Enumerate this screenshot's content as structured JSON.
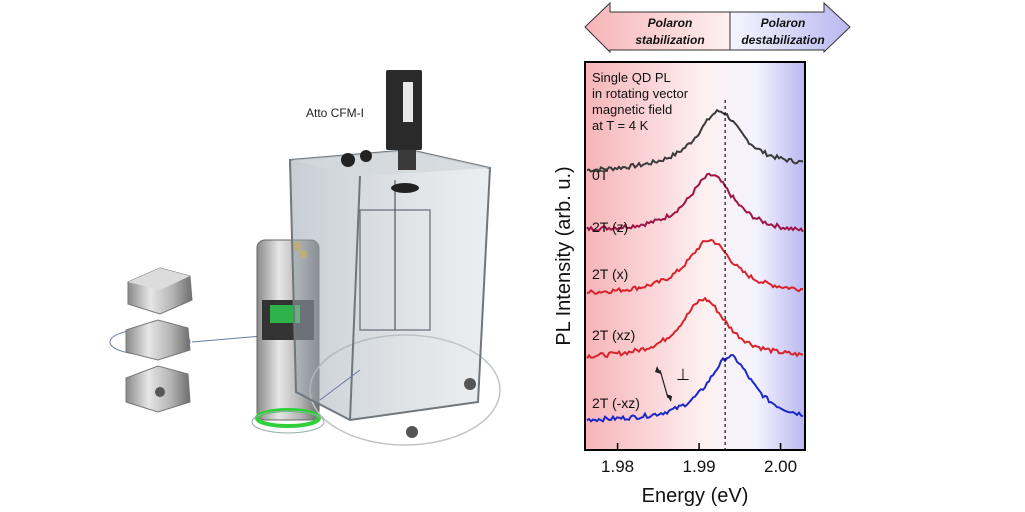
{
  "illustration": {
    "device_label": "Atto CFM-I"
  },
  "chart_data": {
    "type": "line",
    "xlabel": "Energy (eV)",
    "ylabel": "PL Intensity (arb. u.)",
    "xlim": [
      1.976,
      2.003
    ],
    "xticks": [
      "1.98",
      "1.99",
      "2.00"
    ],
    "xtick_values": [
      1.98,
      1.99,
      2.0
    ],
    "reference_line_x": 1.9932,
    "arrow_left": "Polaron stabilization",
    "arrow_right": "Polaron destabilization",
    "annotation": [
      "Single QD PL",
      "in rotating vector",
      "magnetic field",
      "at T = 4 K"
    ],
    "perp_symbol": "⊥",
    "series": [
      {
        "name": "0T",
        "color": "#3a3a3a",
        "offset": 4,
        "peak": 1.9925,
        "height": 0.78,
        "base_left": 0.06,
        "base_right": 0.12
      },
      {
        "name": "2T (z)",
        "color": "#a01448",
        "offset": 3,
        "peak": 1.9915,
        "height": 0.78,
        "base_left": 0.1,
        "base_right": 0.05
      },
      {
        "name": "2T (x)",
        "color": "#d8242c",
        "offset": 2,
        "peak": 1.9913,
        "height": 0.72,
        "base_left": 0.08,
        "base_right": 0.1
      },
      {
        "name": "2T (xz)",
        "color": "#d8242c",
        "offset": 1,
        "peak": 1.9906,
        "height": 0.8,
        "base_left": 0.05,
        "base_right": 0.05
      },
      {
        "name": "2T (-xz)",
        "color": "#1c28c8",
        "offset": 0,
        "peak": 1.9938,
        "height": 0.88,
        "base_left": 0.04,
        "base_right": 0.03
      }
    ]
  }
}
